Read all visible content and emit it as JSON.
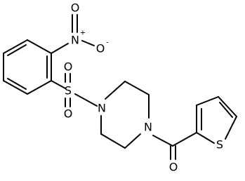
{
  "molecule": {
    "atoms": {
      "N_nitro": "N",
      "N_nitro_charge": "+",
      "O_nitro_top": "O",
      "O_nitro_right": "O",
      "O_nitro_right_charge": "-",
      "S_sulfonyl": "S",
      "O_sulfonyl_top": "O",
      "O_sulfonyl_bottom": "O",
      "N_piperazine_left": "N",
      "N_piperazine_right": "N",
      "O_carbonyl": "O",
      "S_thiophene": "S"
    }
  }
}
